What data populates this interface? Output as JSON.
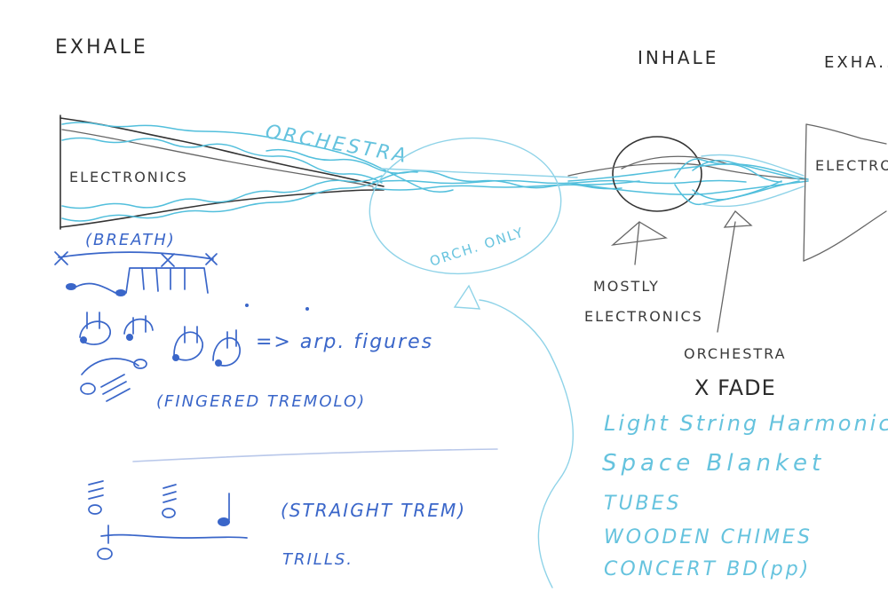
{
  "sections": {
    "exhale_left": "EXHALE",
    "inhale": "INHALE",
    "exhale_right": "EXHA.."
  },
  "labels": {
    "orchestra": "ORCHESTRA",
    "electronics": "ELECTRONICS",
    "orch_only": "ORCH. ONLY",
    "electro": "ELECTRO",
    "mostly": "MOSTLY",
    "mostly_electronics": "ELECTRONICS",
    "orchestra_xfade_1": "ORCHESTRA",
    "orchestra_xfade_2": "X FADE"
  },
  "notes": {
    "breath": "(BREATH)",
    "arp_figures": "=> arp. figures",
    "fingered_tremolo": "(FINGERED TREMOLO)",
    "straight_trem": "(STRAIGHT TREM)",
    "trills": "TRILLS."
  },
  "instrument_list": [
    "Light String Harmonics",
    "Space Blanket",
    "TUBES",
    "WOODEN CHIMES",
    "CONCERT BD(pp)"
  ]
}
